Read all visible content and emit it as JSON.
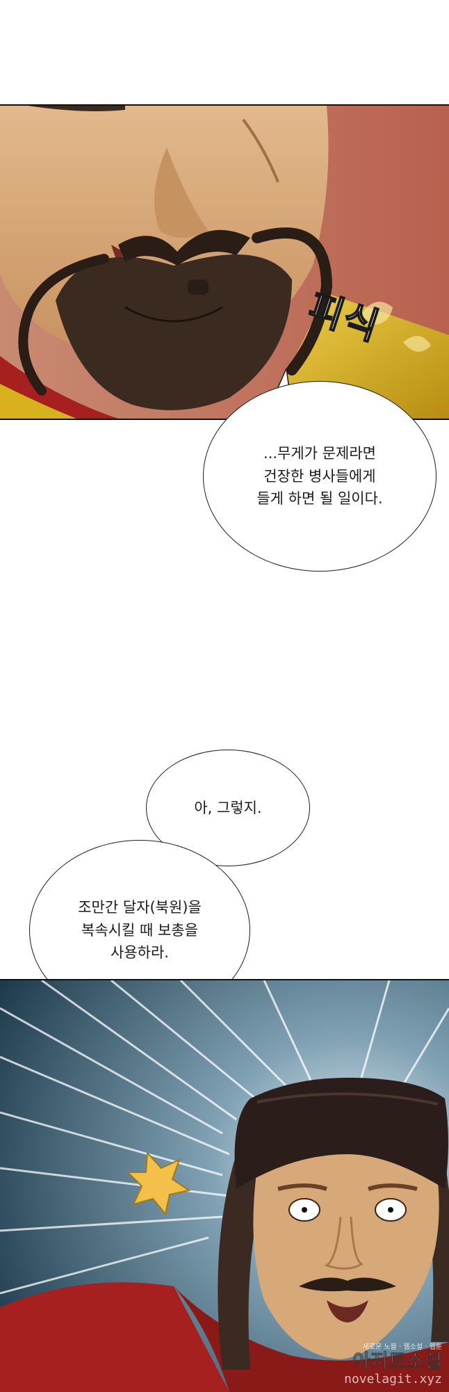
{
  "comic": {
    "panel1": {
      "sfx": "피식"
    },
    "bubbles": [
      {
        "text": "...무게가 문제라면\n건장한 병사들에게\n들게 하면 될 일이다."
      },
      {
        "text": "아, 그렇지."
      },
      {
        "text": "조만간 달자(북원)을\n복속시킬 때 보총을\n사용하라."
      }
    ],
    "watermark": {
      "small": "새로운 노블 · 웹소설 · 웹툰",
      "main": "아지트소설",
      "url": "novelagit.xyz"
    }
  },
  "colors": {
    "robe_yellow": "#d8b21e",
    "robe_red": "#a5201f",
    "skin": "#d7a979",
    "beard": "#3a2a20",
    "bg_teal": "#2b4f63",
    "hat": "#2b1d19"
  }
}
